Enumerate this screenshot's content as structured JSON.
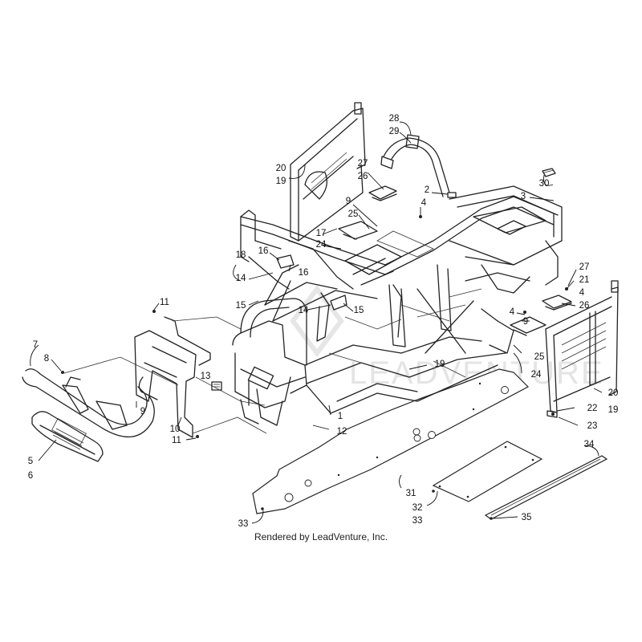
{
  "credit": "Rendered by LeadVenture, Inc.",
  "callouts": [
    {
      "id": "c28",
      "text": "28"
    },
    {
      "id": "c29",
      "text": "29"
    },
    {
      "id": "c27a",
      "text": "27"
    },
    {
      "id": "c26a",
      "text": "26"
    },
    {
      "id": "c20a",
      "text": "20"
    },
    {
      "id": "c19a",
      "text": "19"
    },
    {
      "id": "c2",
      "text": "2"
    },
    {
      "id": "c4a",
      "text": "4"
    },
    {
      "id": "c9a",
      "text": "9"
    },
    {
      "id": "c25a",
      "text": "25"
    },
    {
      "id": "c30",
      "text": "30"
    },
    {
      "id": "c3",
      "text": "3"
    },
    {
      "id": "c17",
      "text": "17"
    },
    {
      "id": "c24a",
      "text": "24"
    },
    {
      "id": "c16a",
      "text": "16"
    },
    {
      "id": "c16b",
      "text": "16"
    },
    {
      "id": "c18",
      "text": "18"
    },
    {
      "id": "c14a",
      "text": "14"
    },
    {
      "id": "c15a",
      "text": "15"
    },
    {
      "id": "c14b",
      "text": "14"
    },
    {
      "id": "c15b",
      "text": "15"
    },
    {
      "id": "c11a",
      "text": "11"
    },
    {
      "id": "c27b",
      "text": "27"
    },
    {
      "id": "c21",
      "text": "21"
    },
    {
      "id": "c4b",
      "text": "4"
    },
    {
      "id": "c26b",
      "text": "26"
    },
    {
      "id": "c4c",
      "text": "4"
    },
    {
      "id": "c9b",
      "text": "9"
    },
    {
      "id": "c25b",
      "text": "25"
    },
    {
      "id": "c24b",
      "text": "24"
    },
    {
      "id": "c7",
      "text": "7"
    },
    {
      "id": "c8",
      "text": "8"
    },
    {
      "id": "c13",
      "text": "13"
    },
    {
      "id": "c19b",
      "text": "19"
    },
    {
      "id": "c9c",
      "text": "9"
    },
    {
      "id": "c10",
      "text": "10"
    },
    {
      "id": "c11b",
      "text": "11"
    },
    {
      "id": "c1",
      "text": "1"
    },
    {
      "id": "c12",
      "text": "12"
    },
    {
      "id": "c20b",
      "text": "20"
    },
    {
      "id": "c22",
      "text": "22"
    },
    {
      "id": "c19c",
      "text": "19"
    },
    {
      "id": "c23",
      "text": "23"
    },
    {
      "id": "c5",
      "text": "5"
    },
    {
      "id": "c6",
      "text": "6"
    },
    {
      "id": "c34",
      "text": "34"
    },
    {
      "id": "c31",
      "text": "31"
    },
    {
      "id": "c32",
      "text": "32"
    },
    {
      "id": "c33a",
      "text": "33"
    },
    {
      "id": "c33b",
      "text": "33"
    },
    {
      "id": "c35",
      "text": "35"
    }
  ]
}
